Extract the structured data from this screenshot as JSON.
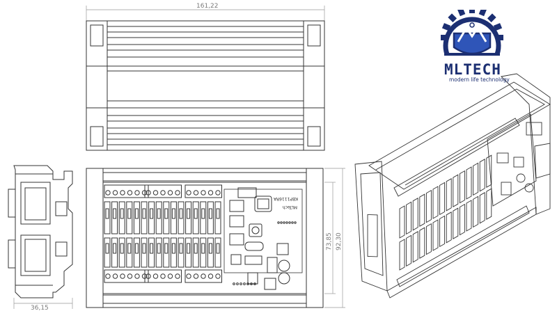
{
  "dimensions": {
    "top_width": "161,22",
    "side_depth": "36,15",
    "inner_height": "73,85",
    "outer_height": "92,30"
  },
  "board": {
    "pcb_label_1": "KBP1116RA",
    "pcb_label_2": "MLTech"
  },
  "brand": {
    "name": "MLTECH",
    "tagline": "modern life technology",
    "primary_color": "#1c2f72"
  }
}
